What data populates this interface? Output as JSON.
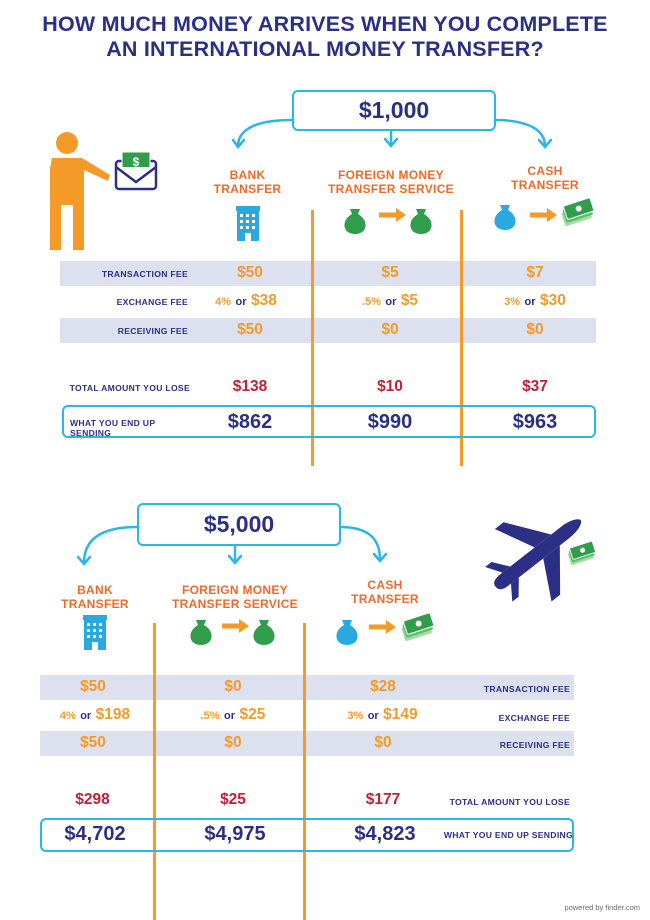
{
  "title": {
    "line1": "HOW MUCH MONEY ARRIVES WHEN YOU COMPLETE",
    "line2": "AN INTERNATIONAL MONEY TRANSFER?"
  },
  "colors": {
    "navy": "#2b2f86",
    "orange": "#ef6a26",
    "amber": "#f39a29",
    "red": "#c31f34",
    "cyan": "#29b6e8",
    "band": "#dde1ef"
  },
  "labels": {
    "transaction_fee": "TRANSACTION FEE",
    "exchange_fee": "EXCHANGE FEE",
    "receiving_fee": "RECEIVING FEE",
    "total_lose": "TOTAL AMOUNT YOU LOSE",
    "end_up_sending": "WHAT YOU END UP SENDING",
    "or": "or"
  },
  "methods": {
    "bank": {
      "line1": "BANK",
      "line2": "TRANSFER"
    },
    "fmts": {
      "line1": "FOREIGN MONEY",
      "line2": "TRANSFER SERVICE"
    },
    "cash": {
      "line1": "CASH",
      "line2": "TRANSFER"
    }
  },
  "section1": {
    "amount": "$1,000",
    "bank": {
      "transaction": "$50",
      "exchange_pct": "4%",
      "exchange": "$38",
      "receiving": "$50",
      "lose": "$138",
      "sent": "$862"
    },
    "fmts": {
      "transaction": "$5",
      "exchange_pct": ".5%",
      "exchange": "$5",
      "receiving": "$0",
      "lose": "$10",
      "sent": "$990"
    },
    "cash": {
      "transaction": "$7",
      "exchange_pct": "3%",
      "exchange": "$30",
      "receiving": "$0",
      "lose": "$37",
      "sent": "$963"
    }
  },
  "section2": {
    "amount": "$5,000",
    "bank": {
      "transaction": "$50",
      "exchange_pct": "4%",
      "exchange": "$198",
      "receiving": "$50",
      "lose": "$298",
      "sent": "$4,702"
    },
    "fmts": {
      "transaction": "$0",
      "exchange_pct": ".5%",
      "exchange": "$25",
      "receiving": "$0",
      "lose": "$25",
      "sent": "$4,975"
    },
    "cash": {
      "transaction": "$28",
      "exchange_pct": "3%",
      "exchange": "$149",
      "receiving": "$0",
      "lose": "$177",
      "sent": "$4,823"
    }
  },
  "footer": "powered by finder.com",
  "icons": [
    "person-icon",
    "envelope-cash-icon",
    "bank-building-icon",
    "money-bag-icon",
    "arrow-right-icon",
    "banknotes-icon",
    "airplane-icon"
  ]
}
